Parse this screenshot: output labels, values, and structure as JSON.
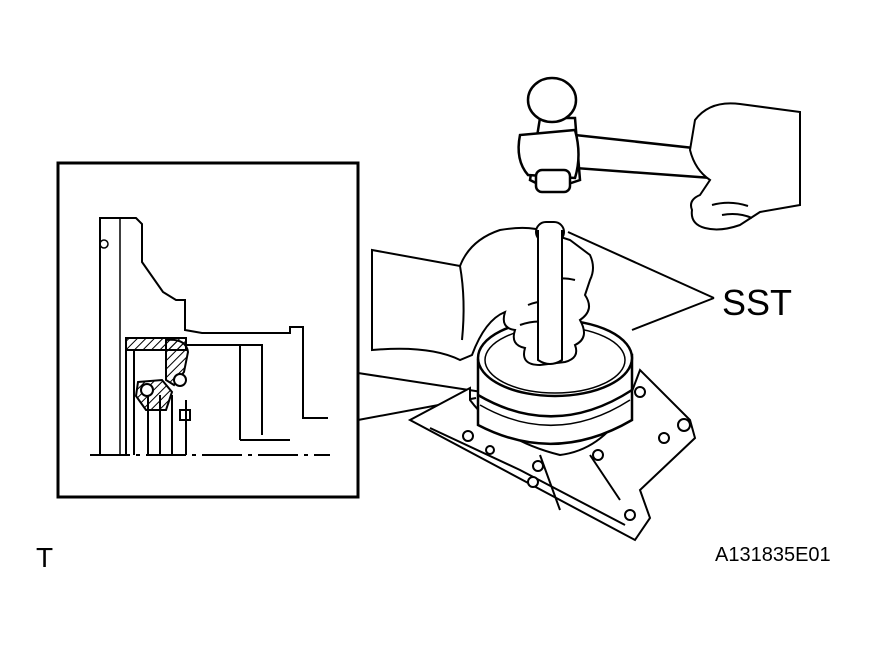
{
  "labels": {
    "sst": "SST",
    "corner": "T",
    "figure_code": "A131835E01"
  },
  "colors": {
    "line": "#000000",
    "background": "#ffffff"
  }
}
